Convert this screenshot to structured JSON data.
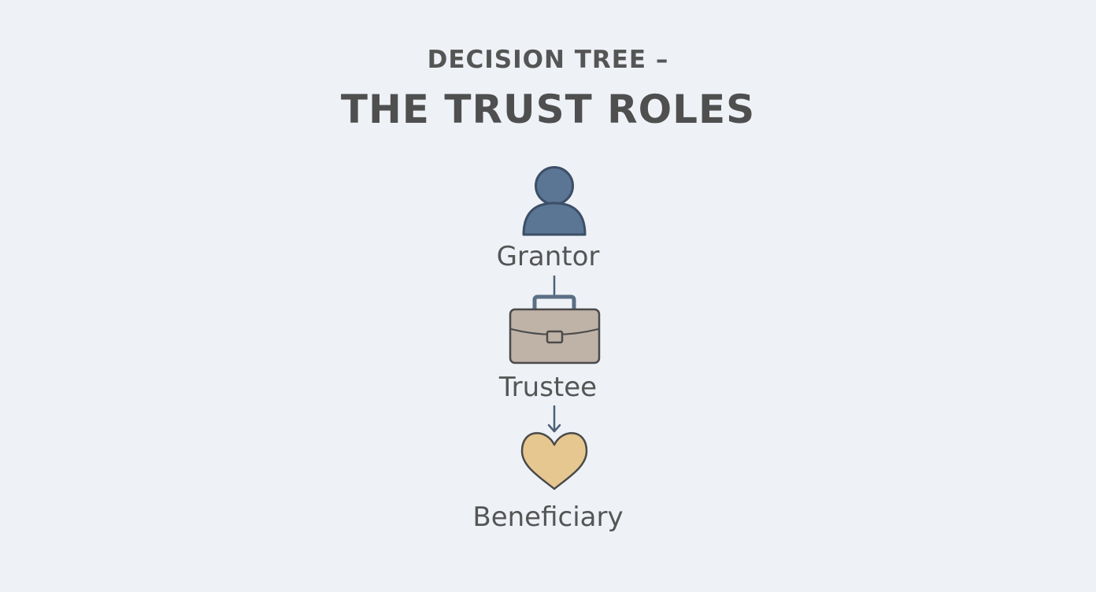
{
  "header": {
    "subtitle": "DECISION TREE –",
    "title": "THE TRUST ROLES"
  },
  "nodes": [
    {
      "label": "Grantor",
      "icon": "person-icon",
      "color": "#5b7594"
    },
    {
      "label": "Trustee",
      "icon": "briefcase-icon",
      "color": "#bfb2a7"
    },
    {
      "label": "Beneficiary",
      "icon": "heart-icon",
      "color": "#e7c790"
    }
  ],
  "colors": {
    "background": "#eef2f7",
    "text": "#555555",
    "outline": "#4a4a4a",
    "connector": "#4d6175"
  }
}
